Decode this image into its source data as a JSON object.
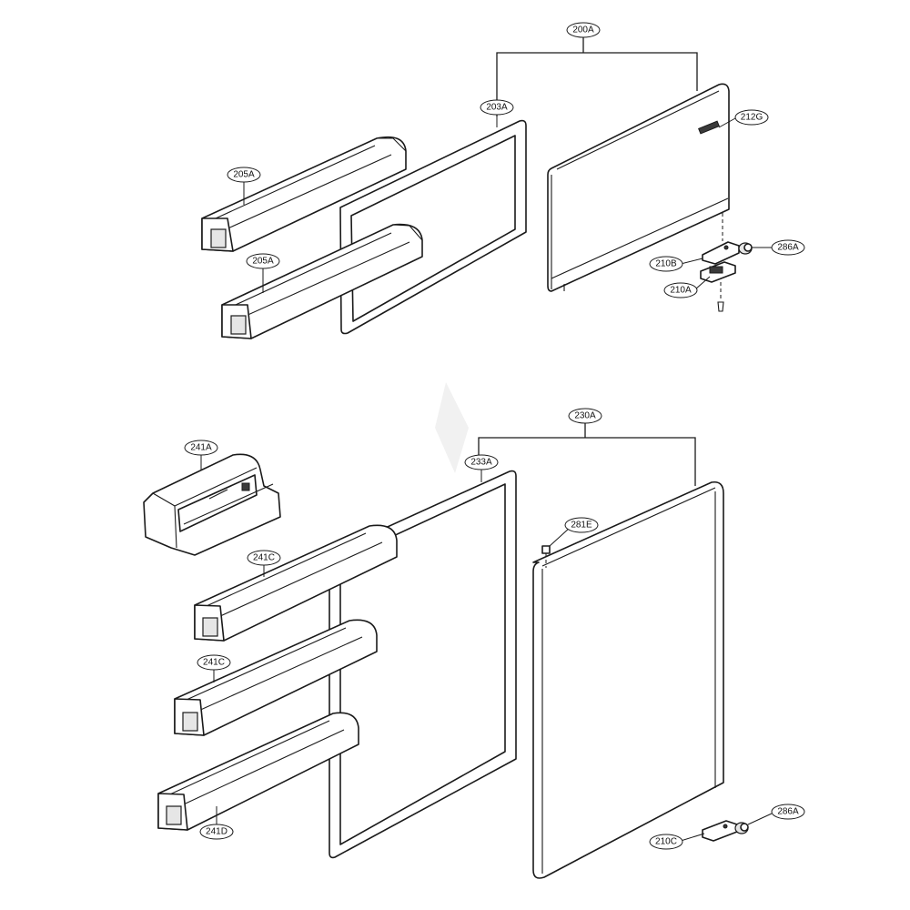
{
  "callouts": {
    "c200A": "200A",
    "c203A": "203A",
    "c212G": "212G",
    "c205A_top": "205A",
    "c205A_bottom": "205A",
    "c286A_top": "286A",
    "c210B": "210B",
    "c210A": "210A",
    "c230A": "230A",
    "c241A": "241A",
    "c233A": "233A",
    "c281E": "281E",
    "c241C_top": "241C",
    "c241C_bottom": "241C",
    "c241D": "241D",
    "c286A_bottom": "286A",
    "c210C": "210C"
  },
  "colors": {
    "line": "#1a1a1a",
    "background": "#ffffff",
    "watermark": "#f1f1f1"
  }
}
